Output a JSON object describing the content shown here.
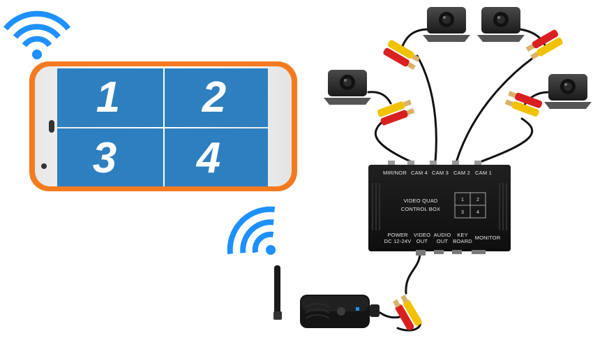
{
  "colors": {
    "wifi": "#1e90ff",
    "phone_frame": "#f47a20",
    "screen_tile": "#2e7fc0",
    "control_box": "#111111",
    "rca_yellow": "#f2c200",
    "rca_red": "#d92020"
  },
  "phone": {
    "quadrants": [
      "1",
      "2",
      "3",
      "4"
    ]
  },
  "control_box": {
    "top_ports": [
      "MIR/NOR",
      "CAM 4",
      "CAM 3",
      "CAM 2",
      "CAM 1"
    ],
    "title_line1": "VIDEO QUAD",
    "title_line2": "CONTROL BOX",
    "grid": [
      "1",
      "2",
      "3",
      "4"
    ],
    "bottom_ports": [
      {
        "line1": "POWER",
        "line2": "DC 12-24V"
      },
      {
        "line1": "VIDEO",
        "line2": "OUT"
      },
      {
        "line1": "AUDIO",
        "line2": "OUT"
      },
      {
        "line1": "KEY",
        "line2": "BOARD"
      },
      {
        "line1": "MONITOR",
        "line2": ""
      }
    ]
  },
  "icons": {
    "wifi_top": "wifi-icon",
    "wifi_mid": "wifi-icon",
    "camera": "camera-icon",
    "transmitter": "wireless-transmitter-icon"
  }
}
